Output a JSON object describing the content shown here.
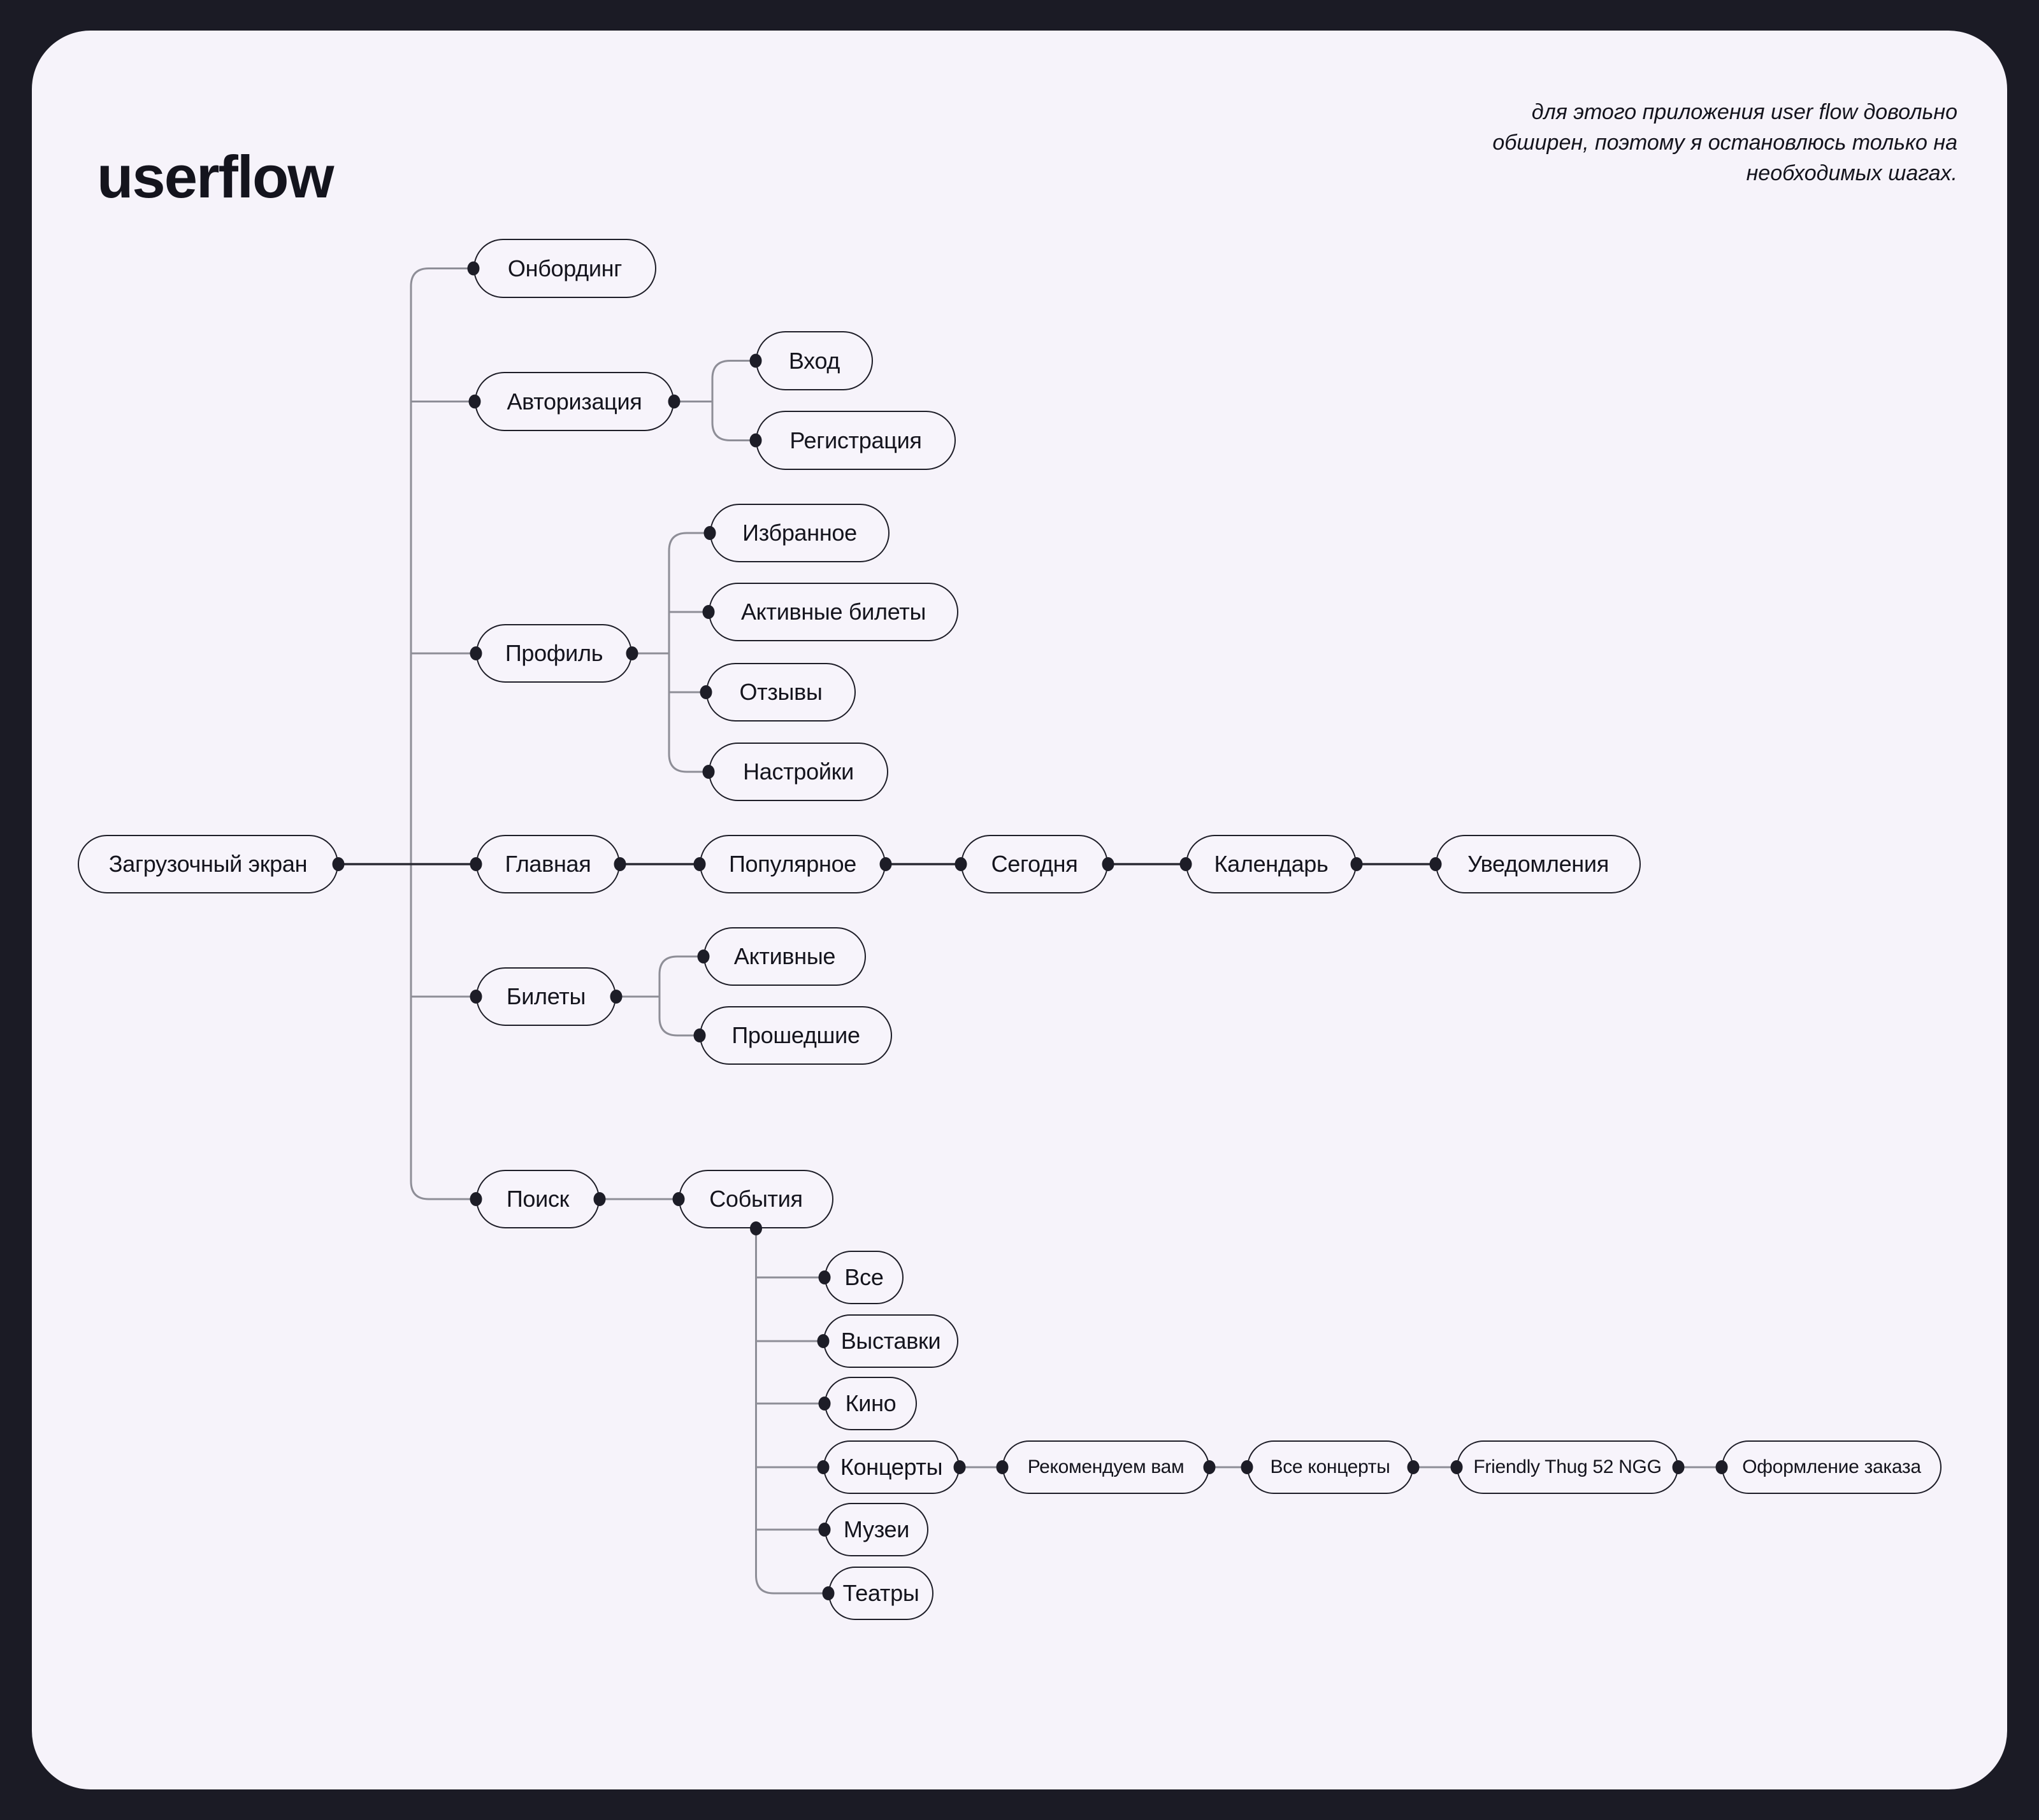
{
  "header": {
    "title": "userflow",
    "note_lines": [
      "для этого приложения user flow довольно",
      "обширен, поэтому я остановлюсь только на",
      "необходимых шагах."
    ]
  },
  "colors": {
    "background": "#1b1b25",
    "panel": "#f6f3fa",
    "node_fill": "#f7f4fb",
    "node_border": "#1d1d27",
    "text": "#14141d",
    "line_main": "#2a2a33",
    "line_branch": "#8e8e97",
    "dot": "#1d1d27"
  },
  "flow": {
    "nodes": [
      {
        "id": "onboarding",
        "label": "Онбординг"
      },
      {
        "id": "auth",
        "label": "Авторизация"
      },
      {
        "id": "login",
        "label": "Вход"
      },
      {
        "id": "register",
        "label": "Регистрация"
      },
      {
        "id": "profile",
        "label": "Профиль"
      },
      {
        "id": "favorites",
        "label": "Избранное"
      },
      {
        "id": "active_tickets",
        "label": "Активные билеты"
      },
      {
        "id": "reviews",
        "label": "Отзывы"
      },
      {
        "id": "settings",
        "label": "Настройки"
      },
      {
        "id": "splash",
        "label": "Загрузочный экран"
      },
      {
        "id": "home",
        "label": "Главная"
      },
      {
        "id": "popular",
        "label": "Популярное"
      },
      {
        "id": "today",
        "label": "Сегодня"
      },
      {
        "id": "calendar",
        "label": "Календарь"
      },
      {
        "id": "notifications",
        "label": "Уведомления"
      },
      {
        "id": "tickets",
        "label": "Билеты"
      },
      {
        "id": "active",
        "label": "Активные"
      },
      {
        "id": "past",
        "label": "Прошедшие"
      },
      {
        "id": "search",
        "label": "Поиск"
      },
      {
        "id": "events",
        "label": "События"
      },
      {
        "id": "all",
        "label": "Все"
      },
      {
        "id": "exhibitions",
        "label": "Выставки"
      },
      {
        "id": "cinema",
        "label": "Кино"
      },
      {
        "id": "concerts",
        "label": "Концерты"
      },
      {
        "id": "recommended",
        "label": "Рекомендуем вам"
      },
      {
        "id": "all_concerts",
        "label": "Все концерты"
      },
      {
        "id": "artist",
        "label": "Friendly Thug 52 NGG"
      },
      {
        "id": "checkout",
        "label": "Оформление заказа"
      },
      {
        "id": "museums",
        "label": "Музеи"
      },
      {
        "id": "theaters",
        "label": "Театры"
      }
    ],
    "edges": [
      {
        "from": "splash",
        "to": "onboarding",
        "style": "branch"
      },
      {
        "from": "splash",
        "to": "auth",
        "style": "branch"
      },
      {
        "from": "splash",
        "to": "profile",
        "style": "branch"
      },
      {
        "from": "splash",
        "to": "home",
        "style": "main"
      },
      {
        "from": "splash",
        "to": "tickets",
        "style": "branch"
      },
      {
        "from": "splash",
        "to": "search",
        "style": "branch"
      },
      {
        "from": "auth",
        "to": "login",
        "style": "branch"
      },
      {
        "from": "auth",
        "to": "register",
        "style": "branch"
      },
      {
        "from": "profile",
        "to": "favorites",
        "style": "branch"
      },
      {
        "from": "profile",
        "to": "active_tickets",
        "style": "branch"
      },
      {
        "from": "profile",
        "to": "reviews",
        "style": "branch"
      },
      {
        "from": "profile",
        "to": "settings",
        "style": "branch"
      },
      {
        "from": "home",
        "to": "popular",
        "style": "main"
      },
      {
        "from": "popular",
        "to": "today",
        "style": "main"
      },
      {
        "from": "today",
        "to": "calendar",
        "style": "main"
      },
      {
        "from": "calendar",
        "to": "notifications",
        "style": "main"
      },
      {
        "from": "tickets",
        "to": "active",
        "style": "branch"
      },
      {
        "from": "tickets",
        "to": "past",
        "style": "branch"
      },
      {
        "from": "search",
        "to": "events",
        "style": "branch"
      },
      {
        "from": "events",
        "to": "all",
        "style": "branch"
      },
      {
        "from": "events",
        "to": "exhibitions",
        "style": "branch"
      },
      {
        "from": "events",
        "to": "cinema",
        "style": "branch"
      },
      {
        "from": "events",
        "to": "concerts",
        "style": "branch"
      },
      {
        "from": "events",
        "to": "museums",
        "style": "branch"
      },
      {
        "from": "events",
        "to": "theaters",
        "style": "branch"
      },
      {
        "from": "concerts",
        "to": "recommended",
        "style": "branch"
      },
      {
        "from": "recommended",
        "to": "all_concerts",
        "style": "branch"
      },
      {
        "from": "all_concerts",
        "to": "artist",
        "style": "branch"
      },
      {
        "from": "artist",
        "to": "checkout",
        "style": "branch"
      }
    ]
  }
}
